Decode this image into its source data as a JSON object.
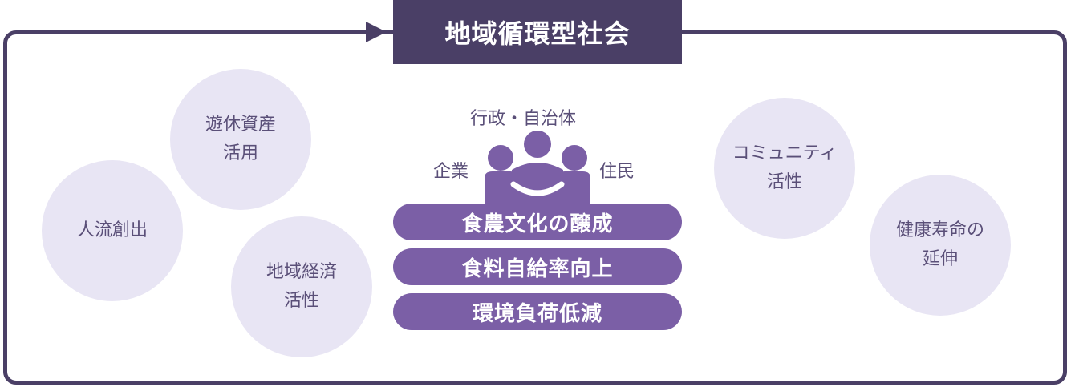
{
  "title": "地域循環型社会",
  "left_circles": [
    {
      "line1": "遊休資産",
      "line2": "活用"
    },
    {
      "line1": "人流創出",
      "line2": ""
    },
    {
      "line1": "地域経済",
      "line2": "活性"
    }
  ],
  "right_circles": [
    {
      "line1": "コミュニティ",
      "line2": "活性"
    },
    {
      "line1": "健康寿命の",
      "line2": "延伸"
    }
  ],
  "center": {
    "top_role": "行政・自治体",
    "left_role": "企業",
    "right_role": "住民",
    "pills": [
      "食農文化の醸成",
      "食料自給率向上",
      "環境負荷低減"
    ]
  },
  "colors": {
    "frame": "#4a3f66",
    "circle_fill": "#e8e5f4",
    "circle_text": "#5a4f78",
    "pill": "#7b5fa6"
  },
  "icons": [
    "people-group-icon",
    "arrow-right-icon"
  ]
}
